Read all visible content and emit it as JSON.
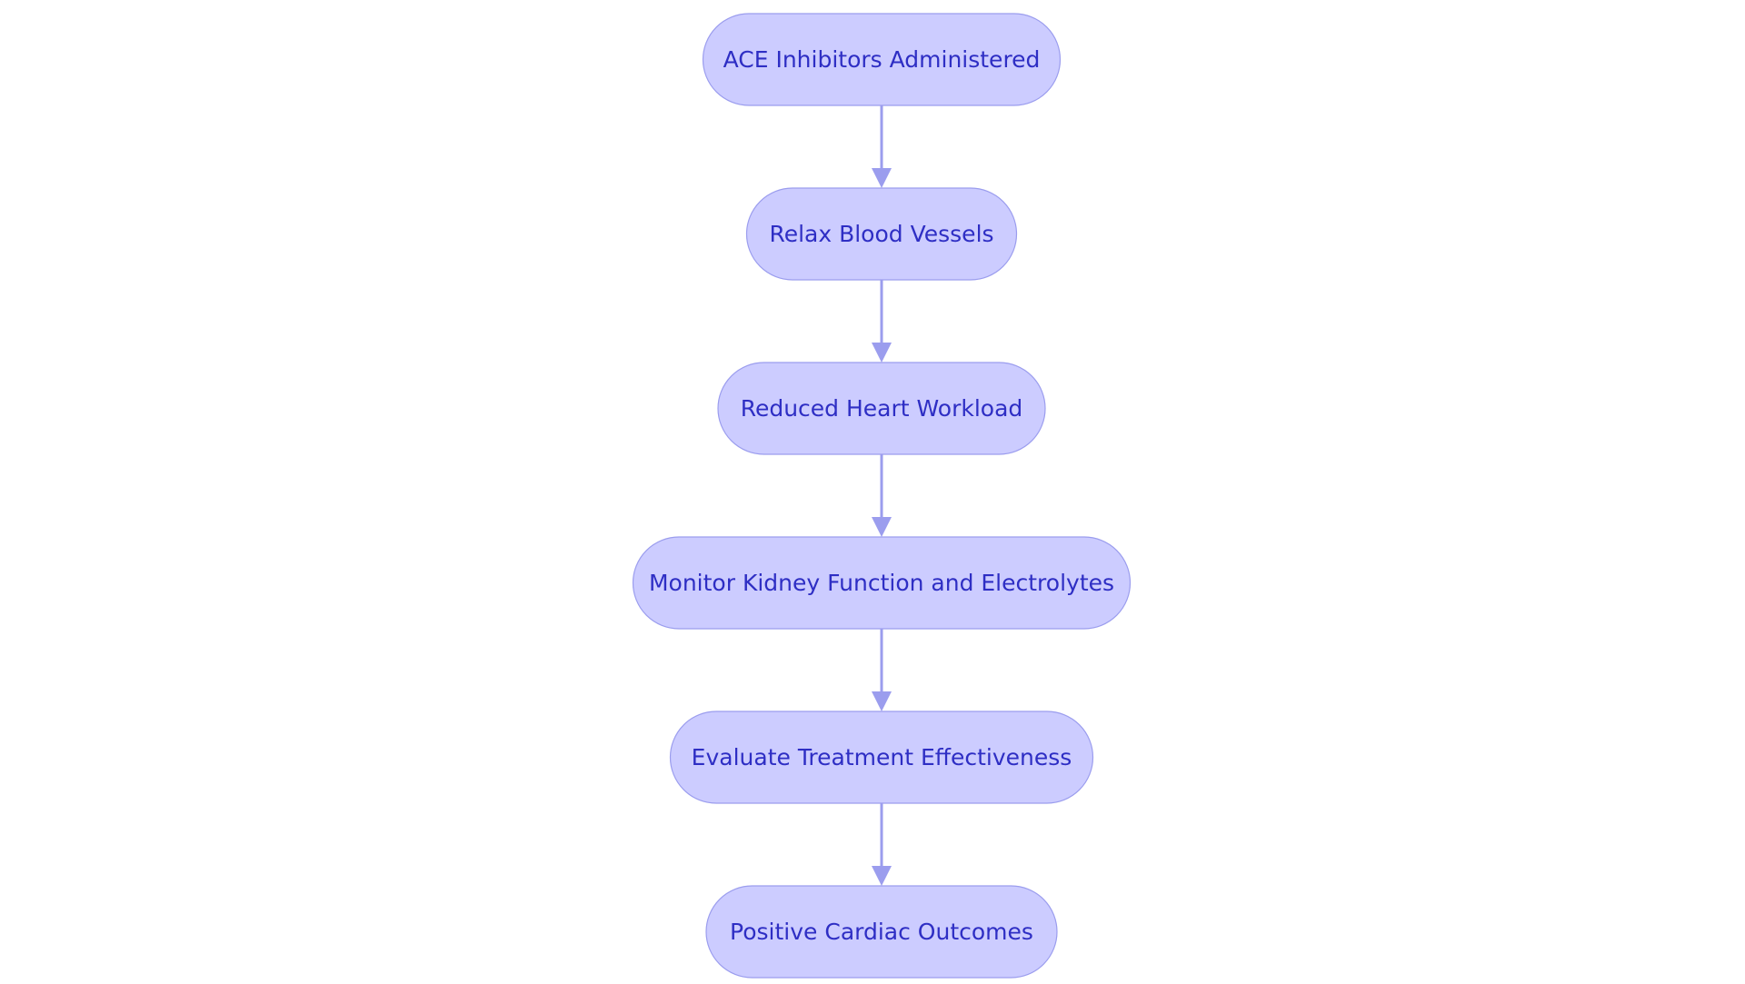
{
  "diagram": {
    "type": "flowchart",
    "direction": "top-to-bottom",
    "colors": {
      "node_fill": "#CCCCFF",
      "node_stroke": "#9B9DEE",
      "node_text": "#2E2EC4",
      "edge": "#9B9DEE",
      "background": "#FFFFFF"
    },
    "nodes": [
      {
        "id": "n1",
        "label": "ACE Inhibitors Administered"
      },
      {
        "id": "n2",
        "label": "Relax Blood Vessels"
      },
      {
        "id": "n3",
        "label": "Reduced Heart Workload"
      },
      {
        "id": "n4",
        "label": "Monitor Kidney Function and Electrolytes"
      },
      {
        "id": "n5",
        "label": "Evaluate Treatment Effectiveness"
      },
      {
        "id": "n6",
        "label": "Positive Cardiac Outcomes"
      }
    ],
    "edges": [
      {
        "from": "n1",
        "to": "n2"
      },
      {
        "from": "n2",
        "to": "n3"
      },
      {
        "from": "n3",
        "to": "n4"
      },
      {
        "from": "n4",
        "to": "n5"
      },
      {
        "from": "n5",
        "to": "n6"
      }
    ]
  }
}
